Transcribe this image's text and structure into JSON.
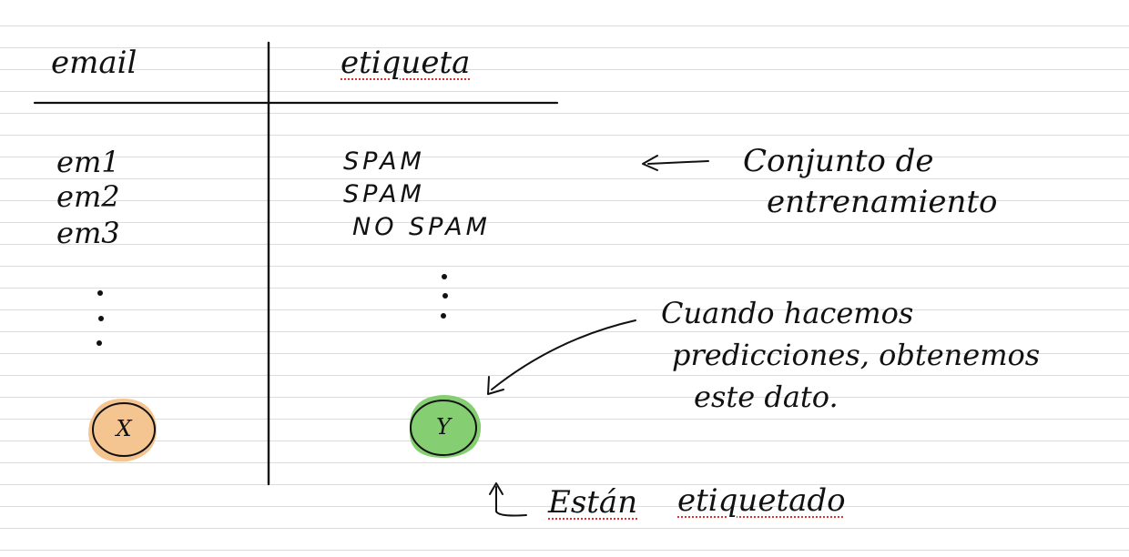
{
  "table": {
    "header_email": "email",
    "header_label": "etiqueta",
    "rows": [
      {
        "email": "em1",
        "label": "SPAM"
      },
      {
        "email": "em2",
        "label": "SPAM"
      },
      {
        "email": "em3",
        "label": "NO SPAM"
      }
    ],
    "input_symbol": "X",
    "output_symbol": "Y"
  },
  "annotations": {
    "training_line1": "Conjunto de",
    "training_line2": "entrenamiento",
    "prediction_line1": "Cuando hacemos",
    "prediction_line2": "predicciones, obtenemos",
    "prediction_line3": "este dato.",
    "labeled_word1": "Están",
    "labeled_word2": "etiquetado"
  },
  "colors": {
    "ink": "#111111",
    "x_highlight": "#f3c28b",
    "y_highlight": "#7ecb6a",
    "spellcheck_underline": "#e03030",
    "ruled_line": "#dcdcdc"
  }
}
